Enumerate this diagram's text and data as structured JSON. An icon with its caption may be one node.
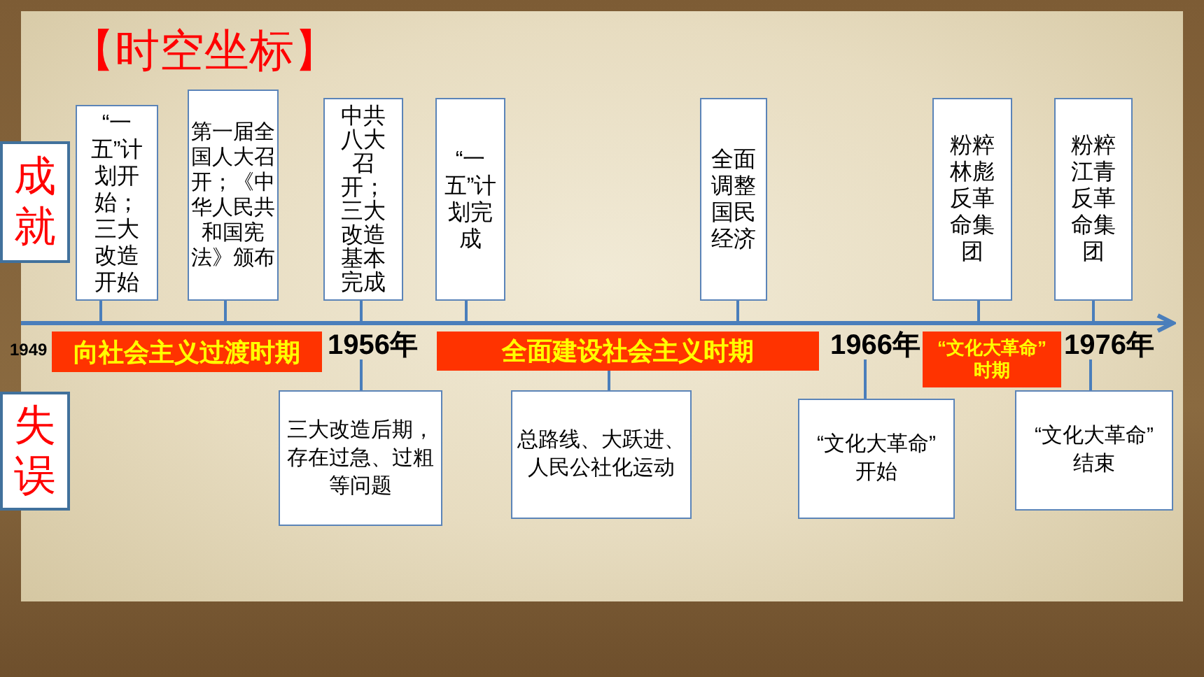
{
  "diagram": {
    "title": "【时空坐标】",
    "nodes": [
      {
        "text": [
          "成就"
        ]
      },
      {
        "text": [
          "“一五”计划开始；三大改造开始"
        ]
      },
      {
        "text": [
          "第一届全国人大召开；《中华人民共和国宪法》颁布"
        ]
      },
      {
        "text": [
          "中共八大召开；三大改造基本完成"
        ]
      },
      {
        "text": [
          "“一五”计划完成"
        ]
      },
      {
        "text": [
          "全面调整国民经济"
        ]
      },
      {
        "text": [
          "粉粹林彪反革命集团"
        ]
      },
      {
        "text": [
          "粉粹江青反革命集团"
        ]
      },
      {
        "text": [],
        "shape": "arrow"
      },
      {
        "text": [
          "向社会主义过渡时期"
        ]
      },
      {
        "text": [
          "1956年"
        ]
      },
      {
        "text": [
          "全面建设社会主义时期"
        ]
      },
      {
        "text": [
          "1966年"
        ]
      },
      {
        "text": [
          "“文化大革命”时期"
        ]
      },
      {
        "text": [
          "1976年"
        ]
      },
      {
        "text": [
          "失误"
        ]
      },
      {
        "text": [
          "三大改造后期，存在过急、过粗等问题"
        ]
      },
      {
        "text": [
          "总路线、大跃进、人民公社化运动"
        ]
      },
      {
        "text": [
          "“文化大革命”开始"
        ]
      },
      {
        "text": [
          "“文化大革命”结束"
        ]
      }
    ],
    "edges": [
      {
        "from": 1,
        "to": 8,
        "arrow": "none"
      },
      {
        "from": 2,
        "to": 8,
        "arrow": "none"
      },
      {
        "from": 3,
        "to": 8,
        "arrow": "none"
      },
      {
        "from": 4,
        "to": 8,
        "arrow": "none"
      },
      {
        "from": 5,
        "to": 8,
        "arrow": "none"
      },
      {
        "from": 6,
        "to": 8,
        "arrow": "none"
      },
      {
        "from": 7,
        "to": 8,
        "arrow": "none"
      },
      {
        "from": 16,
        "to": 10,
        "arrow": "none"
      },
      {
        "from": 17,
        "to": 11,
        "arrow": "none"
      },
      {
        "from": 18,
        "to": 12,
        "arrow": "none"
      },
      {
        "from": 19,
        "to": 14,
        "arrow": "none"
      }
    ],
    "labels": [
      "1949"
    ]
  }
}
